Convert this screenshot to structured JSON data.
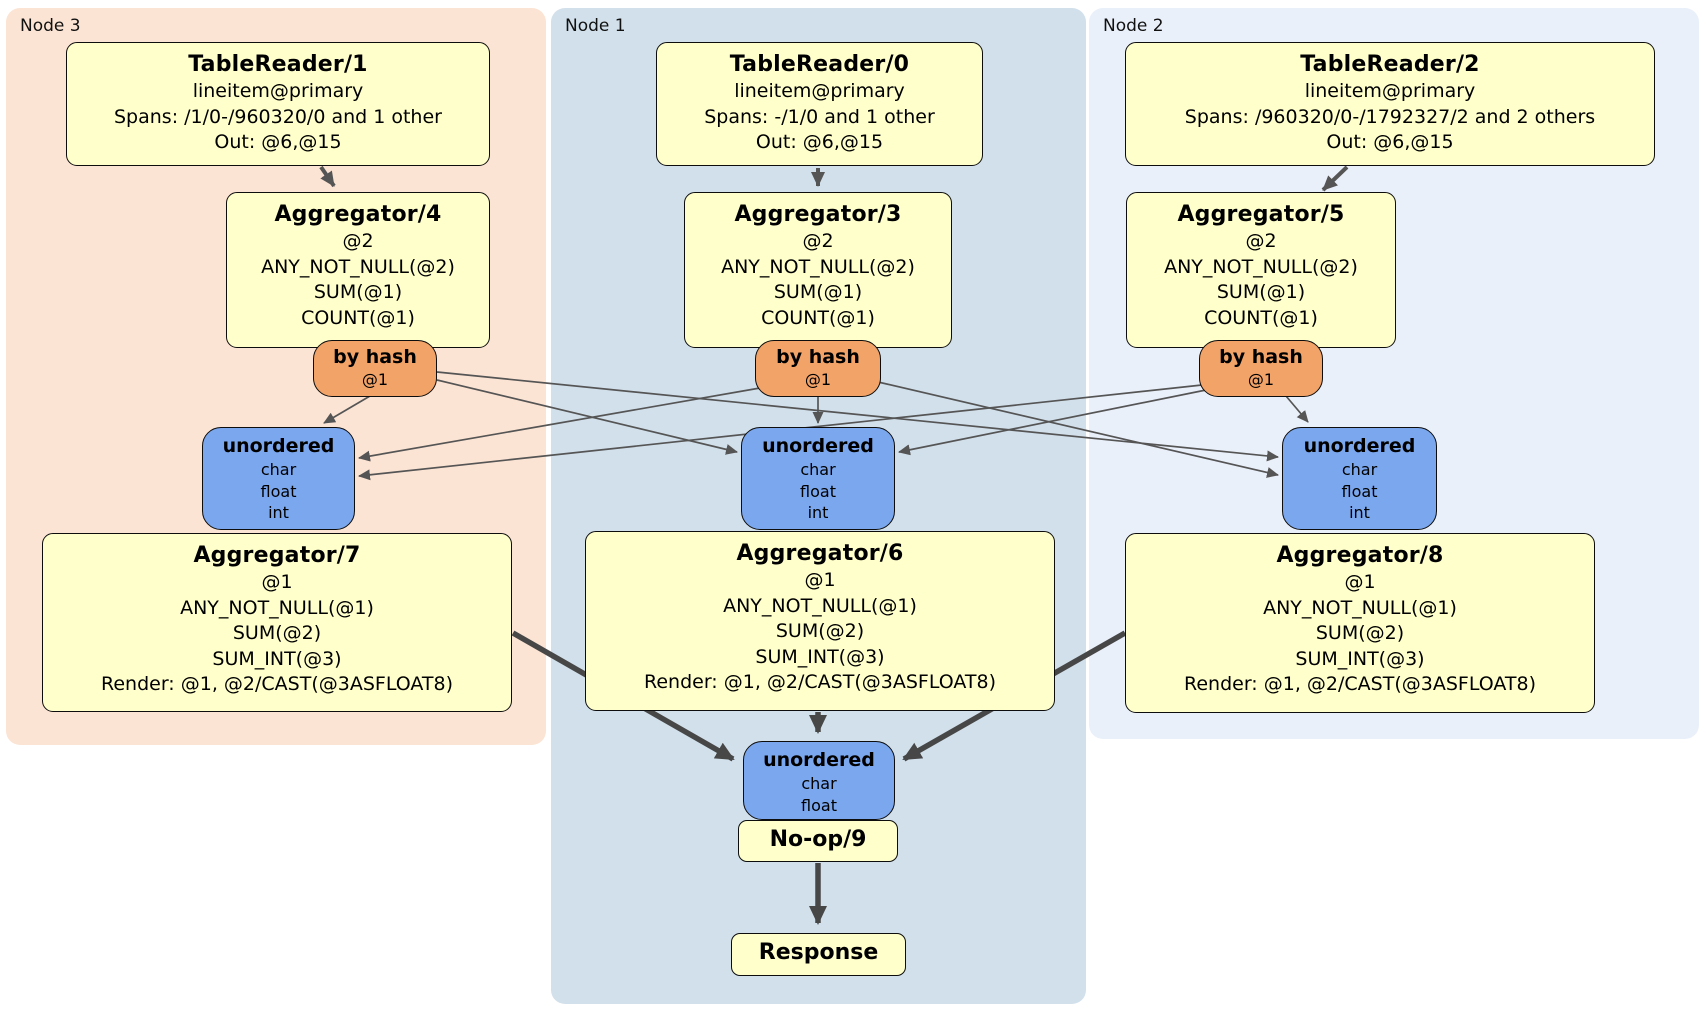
{
  "nodes": [
    {
      "label": "Node 3",
      "table_reader": {
        "title": "TableReader/1",
        "lines": [
          "lineitem@primary",
          "Spans: /1/0-/960320/0 and 1 other",
          "Out: @6,@15"
        ]
      },
      "aggregator_first": {
        "title": "Aggregator/4",
        "lines": [
          "@2",
          "ANY_NOT_NULL(@2)",
          "SUM(@1)",
          "COUNT(@1)"
        ]
      },
      "router": {
        "title": "by hash",
        "lines": [
          "@1"
        ]
      },
      "sync": {
        "title": "unordered",
        "lines": [
          "char",
          "float",
          "int"
        ]
      },
      "aggregator_second": {
        "title": "Aggregator/7",
        "lines": [
          "@1",
          "ANY_NOT_NULL(@1)",
          "SUM(@2)",
          "SUM_INT(@3)",
          "Render: @1, @2/CAST(@3ASFLOAT8)"
        ]
      }
    },
    {
      "label": "Node 1",
      "table_reader": {
        "title": "TableReader/0",
        "lines": [
          "lineitem@primary",
          "Spans: -/1/0 and 1 other",
          "Out: @6,@15"
        ]
      },
      "aggregator_first": {
        "title": "Aggregator/3",
        "lines": [
          "@2",
          "ANY_NOT_NULL(@2)",
          "SUM(@1)",
          "COUNT(@1)"
        ]
      },
      "router": {
        "title": "by hash",
        "lines": [
          "@1"
        ]
      },
      "sync": {
        "title": "unordered",
        "lines": [
          "char",
          "float",
          "int"
        ]
      },
      "aggregator_second": {
        "title": "Aggregator/6",
        "lines": [
          "@1",
          "ANY_NOT_NULL(@1)",
          "SUM(@2)",
          "SUM_INT(@3)",
          "Render: @1, @2/CAST(@3ASFLOAT8)"
        ]
      }
    },
    {
      "label": "Node 2",
      "table_reader": {
        "title": "TableReader/2",
        "lines": [
          "lineitem@primary",
          "Spans: /960320/0-/1792327/2 and 2 others",
          "Out: @6,@15"
        ]
      },
      "aggregator_first": {
        "title": "Aggregator/5",
        "lines": [
          "@2",
          "ANY_NOT_NULL(@2)",
          "SUM(@1)",
          "COUNT(@1)"
        ]
      },
      "router": {
        "title": "by hash",
        "lines": [
          "@1"
        ]
      },
      "sync": {
        "title": "unordered",
        "lines": [
          "char",
          "float",
          "int"
        ]
      },
      "aggregator_second": {
        "title": "Aggregator/8",
        "lines": [
          "@1",
          "ANY_NOT_NULL(@1)",
          "SUM(@2)",
          "SUM_INT(@3)",
          "Render: @1, @2/CAST(@3ASFLOAT8)"
        ]
      }
    }
  ],
  "final": {
    "sync": {
      "title": "unordered",
      "lines": [
        "char",
        "float"
      ]
    },
    "noop": {
      "title": "No-op/9"
    },
    "response": {
      "title": "Response"
    }
  },
  "colors": {
    "node3_band": "#fce4d4",
    "node1_band": "#d2e0eb",
    "node2_band": "#eaf0fa",
    "processor_box": "#ffffcc",
    "router_box": "#f2a368",
    "sync_box": "#7aa7ee",
    "edge": "#555555",
    "edge_thick": "#474747"
  }
}
